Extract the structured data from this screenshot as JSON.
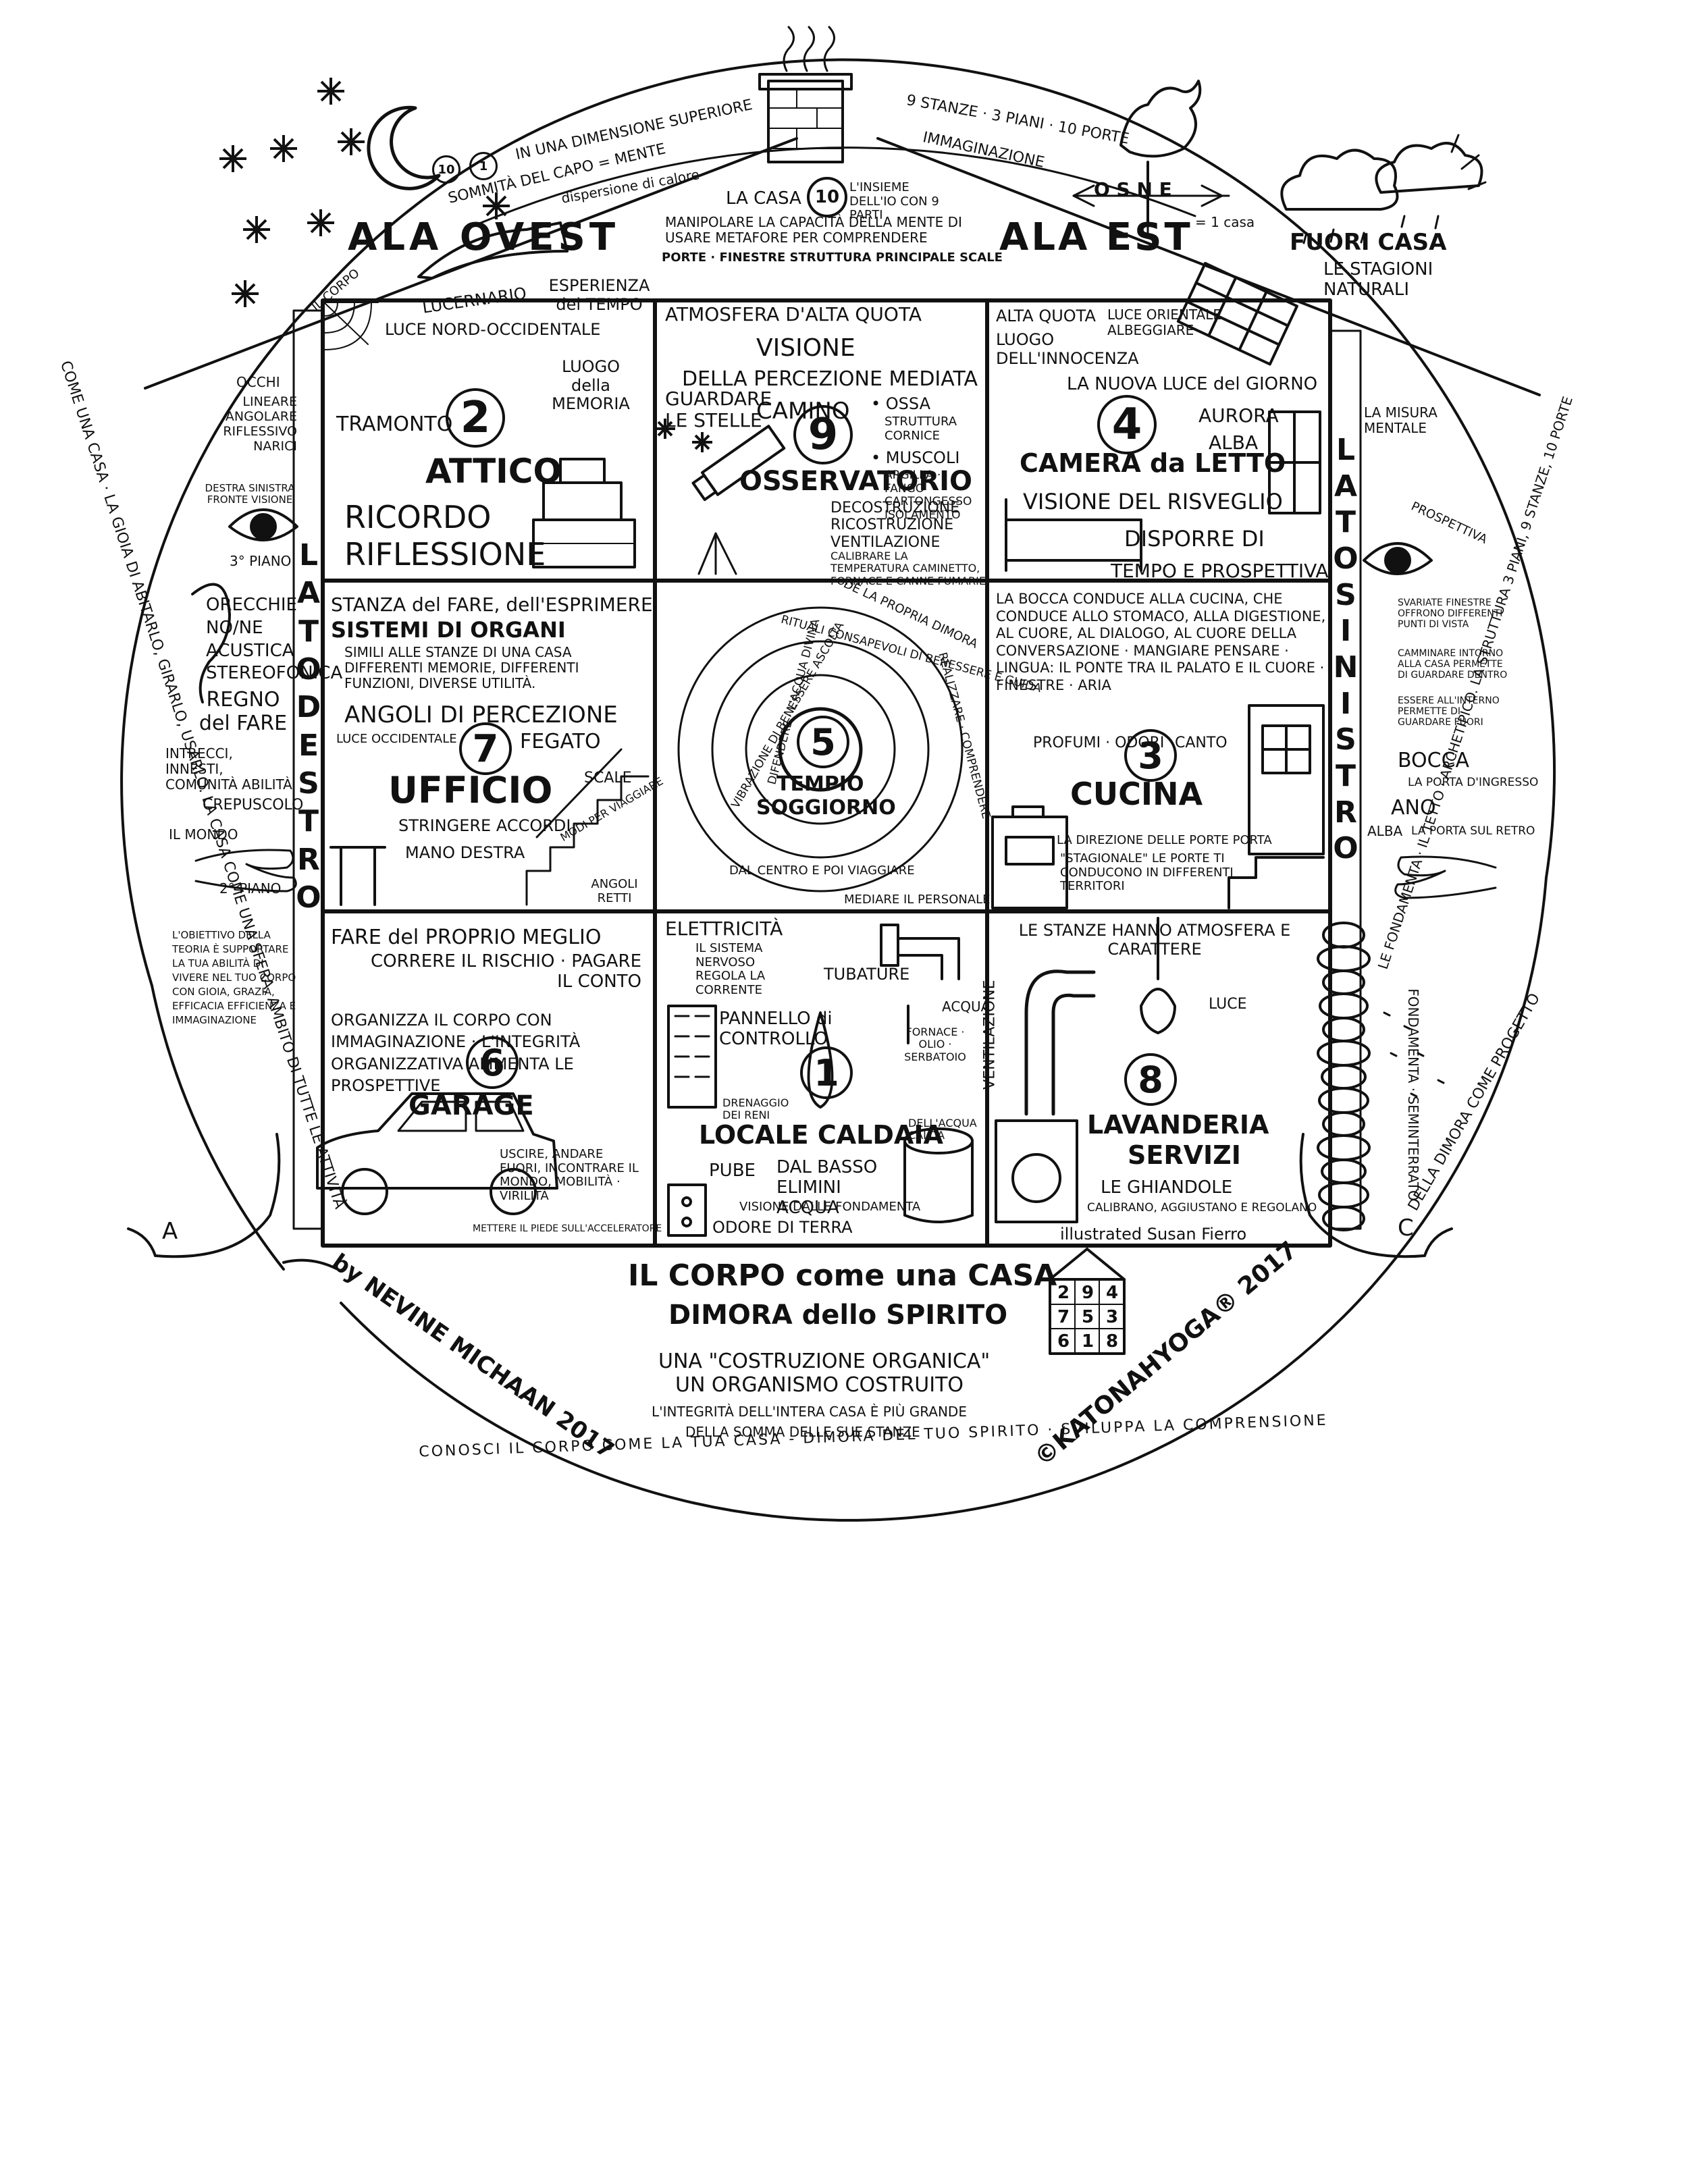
{
  "top": {
    "dimension": "IN UNA DIMENSIONE SUPERIORE",
    "head_top": "SOMMITÀ DEL CAPO = MENTE",
    "heat_loss": "dispersione di calore",
    "stats": "9 STANZE · 3 PIANI · 10 PORTE",
    "imagination": "IMMAGINAZIONE",
    "compass": "O  S  N  E",
    "one_house": "= 1 casa",
    "house_ten": "LA CASA",
    "io_text": "L'INSIEME DELL'IO CON 9 PARTI",
    "metaphor": "MANIPOLARE LA CAPACITÀ DELLA MENTE DI USARE METAFORE PER COMPRENDERE",
    "structure": "PORTE · FINESTRE  STRUTTURA PRINCIPALE SCALE",
    "ala_ovest": "ALA OVEST",
    "ala_est": "ALA EST",
    "fuori": "FUORI CASA",
    "stagioni": "LE STAGIONI NATURALI",
    "num_ten": "10",
    "num_one": "1"
  },
  "rooms": {
    "attico": {
      "lucernario": "LUCERNARIO",
      "esperienza": "ESPERIENZA del TEMPO",
      "luce": "LUCE NORD-OCCIDENTALE",
      "luogo": "LUOGO della MEMORIA",
      "tramonto": "TRAMONTO",
      "number": "2",
      "title": "ATTICO",
      "ricordo": "RICORDO",
      "riflessione": "RIFLESSIONE"
    },
    "osservatorio": {
      "atmosfera": "ATMOSFERA D'ALTA QUOTA",
      "visione": "VISIONE",
      "percezione": "DELLA PERCEZIONE MEDIATA",
      "camino": "CAMINO",
      "ossa": "• OSSA",
      "struttura": "STRUTTURA CORNICE",
      "muscoli": "• MUSCOLI",
      "argilla": "ARGILLA · FANGO CARTONGESSO ISOLAMENTO",
      "guardare": "GUARDARE LE STELLE",
      "number": "9",
      "title": "OSSERVATORIO",
      "deco": "DECOSTRUZIONE RICOSTRUZIONE VENTILAZIONE",
      "calibrare": "CALIBRARE LA TEMPERATURA CAMINETTO, FORNACE E CANNE FUMARIE"
    },
    "camera": {
      "alta_quota": "ALTA QUOTA",
      "luogo": "LUOGO DELL'INNOCENZA",
      "luce_orientale": "LUCE ORIENTALE ALBEGGIARE",
      "nuova_luce": "LA NUOVA LUCE del GIORNO",
      "aurora": "AURORA",
      "alba": "ALBA",
      "number": "4",
      "title": "CAMERA da LETTO",
      "risveglio": "VISIONE DEL RISVEGLIO",
      "disporre": "DISPORRE DI",
      "tempo": "TEMPO E PROSPETTIVA"
    },
    "ufficio": {
      "stanza": "STANZA del FARE, dell'ESPRIMERE",
      "sistemi": "SISTEMI DI ORGANI",
      "simili": "SIMILI ALLE STANZE DI UNA CASA DIFFERENTI MEMORIE, DIFFERENTI FUNZIONI, DIVERSE UTILITÀ.",
      "angoli": "ANGOLI DI PERCEZIONE",
      "luce": "LUCE OCCIDENTALE",
      "number": "7",
      "fegato": "FEGATO",
      "title": "UFFICIO",
      "scale": "SCALE",
      "modi": "MODI PER VIAGGIARE",
      "accordi": "STRINGERE ACCORDI",
      "mano": "MANO DESTRA",
      "angoli_retti": "ANGOLI RETTI"
    },
    "soggiorno": {
      "number": "5",
      "title1": "TEMPIO",
      "title2": "SOGGIORNO",
      "spiral1": "DE LA PROPRIA DIMORA",
      "spiral2": "RITUALI CONSAPEVOLI DI BENESSERE E GUIDA",
      "spiral3": "VIBRAZIONE DI BENESSERE ASCOLTA",
      "spiral4": "DIFENDERE · L'ACQUA DIVINA",
      "spiral5": "REALIZZARE · COMPRENDERE",
      "viaggiare": "DAL CENTRO E POI VIAGGIARE",
      "mediare": "MEDIARE IL PERSONALE"
    },
    "cucina": {
      "bocca": "LA BOCCA CONDUCE ALLA CUCINA, CHE CONDUCE ALLO STOMACO, ALLA DIGESTIONE, AL CUORE, AL DIALOGO, AL CUORE DELLA CONVERSAZIONE · MANGIARE PENSARE · LINGUA: IL PONTE TRA IL PALATO E IL CUORE · FINESTRE · ARIA",
      "profumi": "PROFUMI · ODORI",
      "canto": "CANTO",
      "number": "3",
      "title": "CUCINA",
      "porte": "LA DIREZIONE DELLE PORTE  PORTA",
      "stagionale": "\"STAGIONALE\" LE PORTE TI CONDUCONO IN DIFFERENTI TERRITORI"
    },
    "garage": {
      "fare": "FARE del PROPRIO MEGLIO",
      "rischio": "CORRERE IL RISCHIO · PAGARE IL CONTO",
      "organizza": "ORGANIZZA IL CORPO CON IMMAGINAZIONE · L'INTEGRITÀ ORGANIZZATIVA ALIMENTA LE PROSPETTIVE",
      "number": "6",
      "title": "GARAGE",
      "uscire": "USCIRE, ANDARE FUORI, INCONTRARE IL MONDO, MOBILITÀ · VIRILITÀ",
      "piede": "METTERE IL PIEDE SULL'ACCELERATORE"
    },
    "caldaia": {
      "elettricita": "ELETTRICITÀ",
      "sistema": "IL SISTEMA NERVOSO REGOLA LA CORRENTE",
      "tubature": "TUBATURE",
      "pannello": "PANNELLO di CONTROLLO",
      "acqua": "ACQUA",
      "fornace": "FORNACE · OLIO · SERBATOIO",
      "drenaggio": "DRENAGGIO DEI RENI",
      "acqua_calda": "DELL'ACQUA CALDA",
      "number": "1",
      "title": "LOCALE CALDAIA",
      "pube": "PUBE",
      "dal_basso": "DAL BASSO ELIMINI ACQUA",
      "visione": "VISIONE DALLE FONDAMENTA",
      "odore": "ODORE DI TERRA"
    },
    "lavanderia": {
      "atmosfera": "LE STANZE HANNO ATMOSFERA E CARATTERE",
      "ventilazione": "VENTILAZIONE",
      "luce": "LUCE",
      "number": "8",
      "title1": "LAVANDERIA",
      "title2": "SERVIZI",
      "ghiandole": "LE GHIANDOLE",
      "calibrano": "CALIBRANO, AGGIUSTANO E REGOLANO",
      "illustrated": "illustrated Susan Fierro"
    }
  },
  "left_side": {
    "occhi": "OCCHI",
    "lineare": "LINEARE ANGOLARE RIFLESSIVO NARICI",
    "destra": "DESTRA SINISTRA FRONTE VISIONE",
    "piano3": "3° PIANO",
    "orecchie": "ORECCHIE NO/NE ACUSTICA STEREOFONICA",
    "regno": "REGNO del FARE",
    "intrecci": "INTRECCI, INNESTI, COMUNITÀ ABILITÀ",
    "crepuscolo": "CREPUSCOLO",
    "mondo": "IL MONDO",
    "piano2": "2° PIANO",
    "obiettivo": "L'OBIETTIVO DELLA TEORIA È SUPPORTARE LA TUA ABILITÀ DI VIVERE NEL TUO CORPO CON GIOIA, GRAZIA, EFFICACIA EFFICIENZA E IMMAGINAZIONE",
    "lato_destro": [
      "L",
      "A",
      "T",
      "O",
      "D",
      "E",
      "S",
      "T",
      "R",
      "O"
    ],
    "arc_left": "COME UNA CASA · LA GIOIA DI ABITARLO, GIRARLO, USARLO. LA CASA COME UNA SFERA, AMBITO DI TUTTE LE ATTIVITÀ"
  },
  "right_side": {
    "misura": "LA MISURA MENTALE",
    "prospettiva": "PROSPETTIVA",
    "svariate": "SVARIATE FINESTRE OFFRONO DIFFERENTI PUNTI DI VISTA",
    "camminare": "CAMMINARE INTORNO ALLA CASA PERMETTE DI GUARDARE DENTRO",
    "essere": "ESSERE ALL'INTERNO PERMETTE DI GUARDARE FUORI",
    "bocca": "BOCCA",
    "porta_ingresso": "LA PORTA D'INGRESSO",
    "ano": "ANO",
    "porta_retro": "LA PORTA SUL RETRO",
    "alba": "ALBA",
    "fondamenta": "FONDAMENTA · SEMINTERRATO",
    "lato_sinistro": [
      "L",
      "A",
      "T",
      "O",
      "S",
      "I",
      "N",
      "I",
      "S",
      "T",
      "R",
      "O"
    ],
    "arc_right": "LE FONDAMENTA · IL TETTO · ARCHETIPICO. LA STRUTTURA 3 PIANI, 9 STANZE, 10 PORTE",
    "dimora_arc": "DELLA DIMORA COME PROGETTO"
  },
  "bottom": {
    "title1": "IL CORPO come una CASA",
    "title2": "DIMORA dello SPIRITO",
    "sub1": "UNA \"COSTRUZIONE ORGANICA\"",
    "sub2": "UN ORGANISMO COSTRUITO",
    "integrita1": "L'INTEGRITÀ DELL'INTERA CASA È PIÙ GRANDE",
    "integrita2": "DELLA SOMMA DELLE SUE STANZE",
    "author": "by NEVINE MICHAAN 2017",
    "copyright": "©KATONAHYOGA® 2017",
    "grid": [
      "2",
      "9",
      "4",
      "7",
      "5",
      "3",
      "6",
      "1",
      "8"
    ],
    "conosci": "CONOSCI IL CORPO COME LA TUA CASA - DIMORA DEL TUO SPIRITO · SVILUPPA LA COMPRENSIONE",
    "corpo_arc": "IL CORPO",
    "a_label": "A",
    "c_label": "C",
    "c_label2": "C"
  }
}
